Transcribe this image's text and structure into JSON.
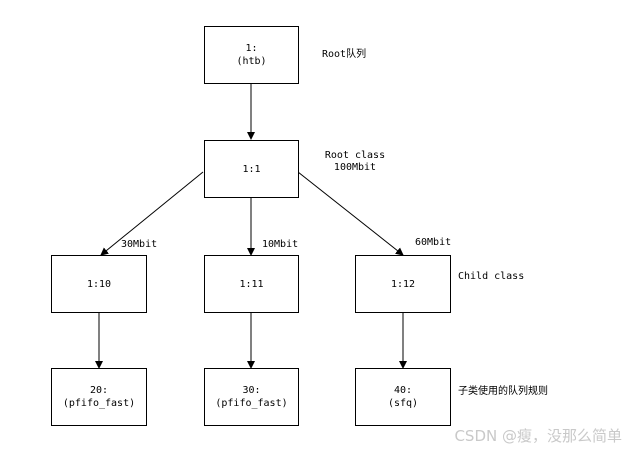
{
  "nodes": {
    "root": {
      "line1": "1:",
      "line2": "(htb)"
    },
    "root_class": {
      "label": "1:1"
    },
    "child_10": {
      "label": "1:10"
    },
    "child_11": {
      "label": "1:11"
    },
    "child_12": {
      "label": "1:12"
    },
    "leaf_20": {
      "line1": "20:",
      "line2": "(pfifo_fast)"
    },
    "leaf_30": {
      "line1": "30:",
      "line2": "(pfifo_fast)"
    },
    "leaf_40": {
      "line1": "40:",
      "line2": "(sfq)"
    }
  },
  "annotations": {
    "root_queue": "Root队列",
    "root_class_line1": "Root class",
    "root_class_line2": "100Mbit",
    "child_class": "Child class",
    "child_qdisc": "子类使用的队列规则"
  },
  "edge_labels": {
    "to_10": "30Mbit",
    "to_11": "10Mbit",
    "to_12": "60Mbit"
  },
  "watermark": "CSDN @瘦，没那么简单"
}
